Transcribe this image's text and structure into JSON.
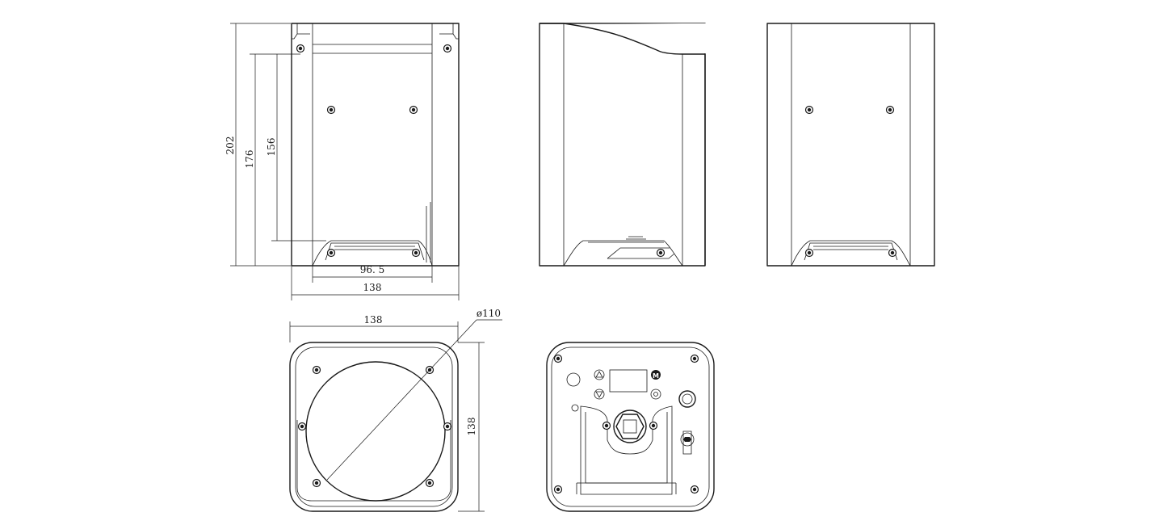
{
  "dimensions": {
    "height_total": "202",
    "height_176": "176",
    "height_156": "156",
    "width_bracket": "96. 5",
    "width_front": "138",
    "width_top": "138",
    "diameter_lens": "ø110",
    "depth_top": "138"
  },
  "back_panel": {
    "mode_button": "M"
  }
}
